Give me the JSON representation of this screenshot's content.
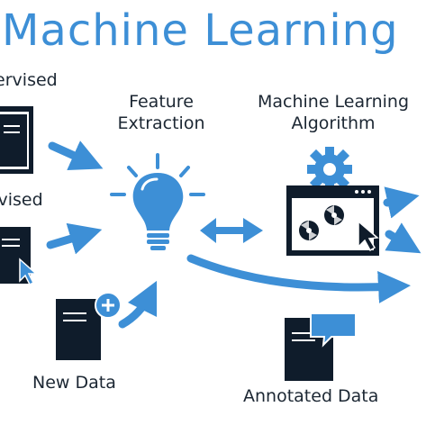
{
  "title": "Machine Learning",
  "labels": {
    "supervised": "pervised",
    "unsupervised": "ervised",
    "feature_extraction_line1": "Feature",
    "feature_extraction_line2": "Extraction",
    "ml_algorithm_line1": "Machine Learning",
    "ml_algorithm_line2": "Algorithm",
    "new_data": "New Data",
    "annotated_data": "Annotated Data"
  },
  "colors": {
    "accent": "#3d8fd6",
    "dark": "#0f1c2b"
  }
}
